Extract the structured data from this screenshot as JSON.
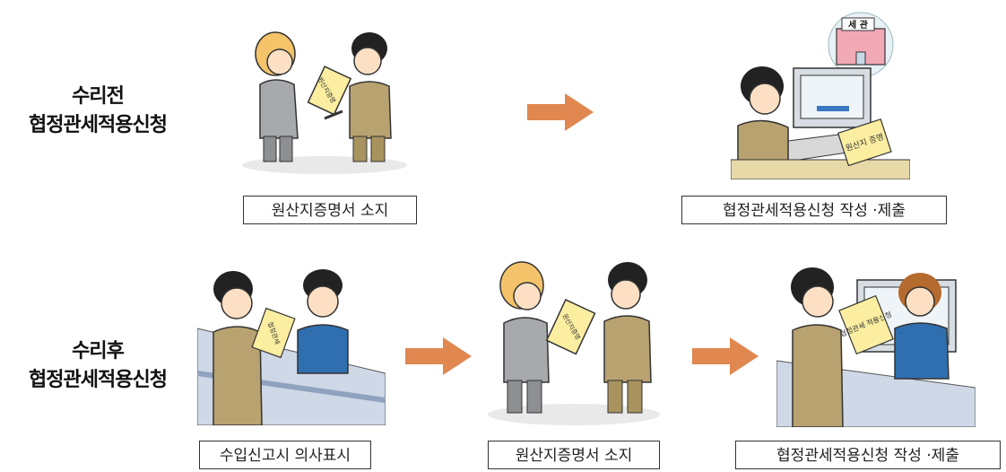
{
  "rows": [
    {
      "label_line1": "수리전",
      "label_line2": "협정관세적용신청",
      "steps": [
        {
          "caption": "원산지증명서 소지",
          "paper_text": "원산지증명"
        },
        {
          "caption": "협정관세적용신청 작성 ·제출",
          "sign_text": "세 관",
          "paper_text": "원산지\n증명"
        }
      ]
    },
    {
      "label_line1": "수리후",
      "label_line2": "협정관세적용신청",
      "steps": [
        {
          "caption": "수입신고시 의사표시",
          "paper_text": "협정관세"
        },
        {
          "caption": "원산지증명서 소지",
          "paper_text": "원산지증명"
        },
        {
          "caption": "협정관세적용신청 작성 ·제출",
          "paper_text": "협정관세\n적용신청"
        }
      ]
    }
  ],
  "colors": {
    "arrow": "#e0884f",
    "suit": "#b8a270",
    "grey_suit": "#a7a9ac",
    "blue_suit": "#2f6fb0",
    "paper": "#fbeea0"
  }
}
